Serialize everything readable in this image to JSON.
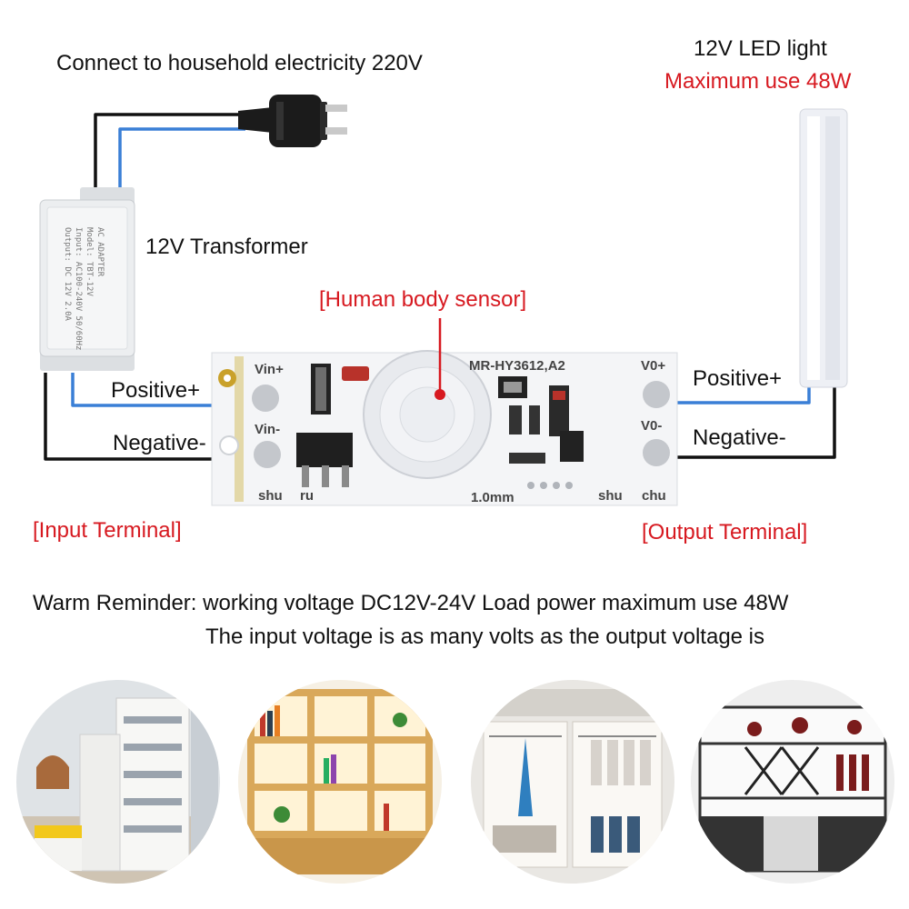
{
  "labels": {
    "mains": "Connect to household electricity 220V",
    "led_title": "12V LED light",
    "led_max": "Maximum use 48W",
    "transformer": "12V Transformer",
    "sensor": "[Human body sensor]",
    "in_positive": "Positive+",
    "in_negative": "Negative-",
    "out_positive": "Positive+",
    "out_negative": "Negative-",
    "input_terminal": "[Input Terminal]",
    "output_terminal": "[Output Terminal]"
  },
  "board": {
    "model": "MR-HY3612,A2",
    "vin_plus": "Vin+",
    "vin_minus": "Vin-",
    "vo_plus": "V0+",
    "vo_minus": "V0-",
    "shu_left": "shu",
    "ru": "ru",
    "thickness": "1.0mm",
    "shu_right": "shu",
    "chu": "chu"
  },
  "adapter_text": {
    "line1": "AC ADAPTER",
    "line2": "Model: TBT-12V",
    "line3": "Input: AC100-240V 50/60Hz",
    "line4": "Output: DC 12V 2.0A"
  },
  "reminder": {
    "line1": "Warm Reminder: working voltage DC12V-24V Load power maximum use 48W",
    "line2": "The input voltage is as many volts as the output voltage is"
  },
  "colors": {
    "wire_black": "#111111",
    "wire_blue": "#3a7fd6",
    "accent_red": "#d71920",
    "board": "#f4f5f7"
  },
  "scenes": [
    "entryway-cabinet",
    "bookshelf",
    "wardrobe",
    "wine-cabinet"
  ]
}
